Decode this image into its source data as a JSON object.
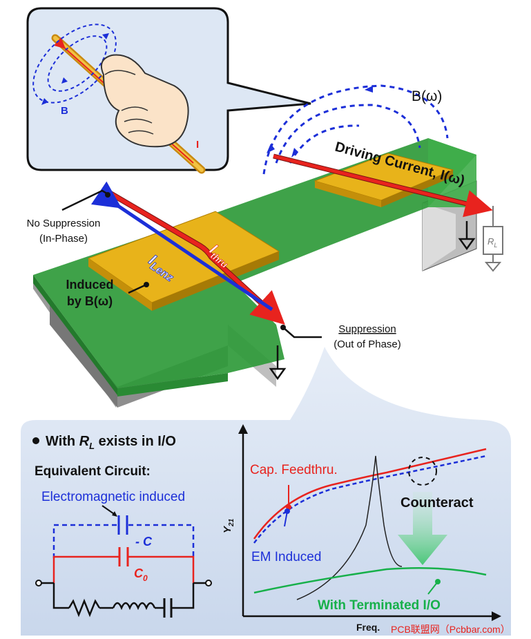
{
  "top": {
    "callout": {
      "b_label": "B",
      "i_label": "I"
    },
    "b_omega": "B(ω)",
    "driving_current": "Driving Current, I(ω)",
    "rl_label": "R",
    "rl_sub": "L",
    "no_suppression_line1": "No Suppression",
    "no_suppression_line2": "(In-Phase)",
    "i_thru_main": "I",
    "i_thru_sub": "thru",
    "i_lenz_main": "I",
    "i_lenz_sub": "Lenz",
    "induced_line1": "Induced",
    "induced_line2": "by B(ω)",
    "suppression_line1": "Suppression",
    "suppression_line2": "(Out of Phase)"
  },
  "bottom": {
    "bullet_prefix": "With ",
    "bullet_rl": "R",
    "bullet_rl_sub": "L",
    "bullet_suffix": " exists in I/O",
    "equivalent_circuit": "Equivalent Circuit:",
    "em_induced_title": "Electromagnetic induced",
    "neg_c": "- C",
    "c0_main": "C",
    "c0_sub": "0",
    "plot": {
      "y_axis": "Y",
      "y_axis_sub": "21",
      "x_axis": "Freq.",
      "cap_feedthru": "Cap. Feedthru.",
      "em_induced": "EM Induced",
      "counteract": "Counteract",
      "with_terminated": "With Terminated I/O"
    }
  },
  "watermark": "PCB联盟网（Pcbbar.com）",
  "colors": {
    "red": "#e8231e",
    "blue": "#1c2fd8",
    "green_text": "#17b04a",
    "gold": "#e8b31a",
    "board_green": "#2f9a3a",
    "callout_bg": "#dde7f4"
  }
}
